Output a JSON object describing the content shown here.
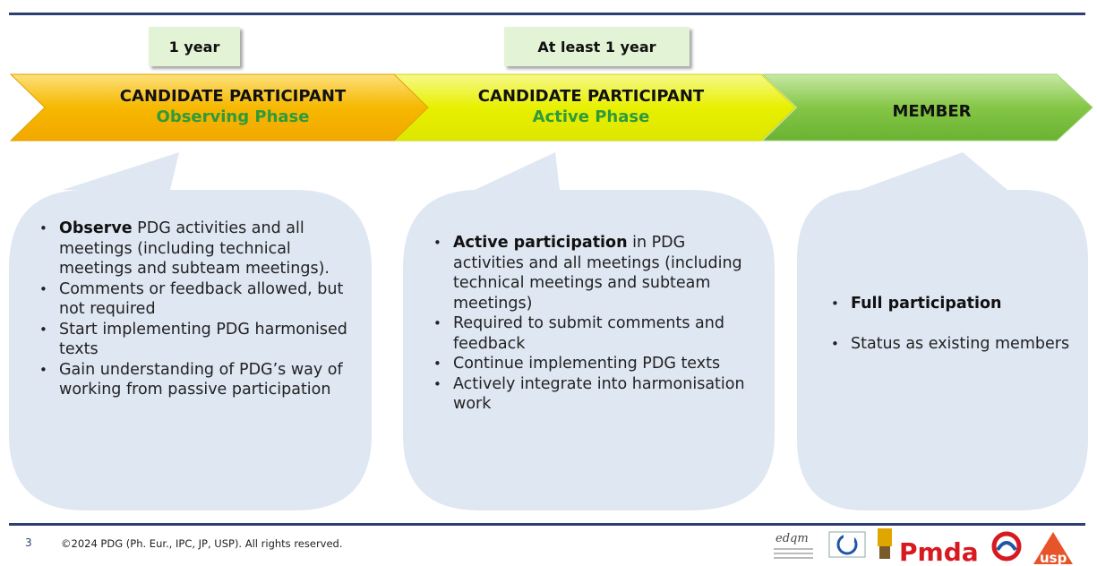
{
  "durations": [
    {
      "label": "1 year"
    },
    {
      "label": "At least 1 year"
    }
  ],
  "phases": [
    {
      "title": "CANDIDATE PARTICIPANT",
      "subtitle": "Observing Phase",
      "color": "#f5b800"
    },
    {
      "title": "CANDIDATE PARTICIPANT",
      "subtitle": "Active Phase",
      "color": "#e9f200"
    },
    {
      "title": "MEMBER",
      "color": "#7fc142"
    }
  ],
  "bubbles": [
    {
      "items": [
        {
          "bold": "Observe",
          "text": " PDG activities and all meetings (including technical meetings and subteam meetings)."
        },
        {
          "text": "Comments or feedback allowed, but  not required"
        },
        {
          "text": "Start implementing  PDG harmonised texts"
        },
        {
          "text": "Gain understanding  of  PDG’s way of working  from passive participation"
        }
      ]
    },
    {
      "items": [
        {
          "bold": "Active participation",
          "text": " in PDG activities and all meetings (including technical meetings and subteam meetings)"
        },
        {
          "text": "Required to submit comments and feedback"
        },
        {
          "text": "Continue implementing PDG texts"
        },
        {
          "text": "Actively integrate into harmonisation work"
        }
      ]
    },
    {
      "items": [
        {
          "bold": "Full participation",
          "text": ""
        },
        {
          "text": "Status as existing members"
        }
      ]
    }
  ],
  "footer": {
    "page": "3",
    "copyright": "©2024 PDG (Ph. Eur., IPC, JP, USP). All rights reserved.",
    "logos": [
      "edqm",
      "council-of-europe",
      "ipc",
      "pmda",
      "jp",
      "usp"
    ]
  },
  "colors": {
    "rule": "#2c3f73",
    "bubble": "#dfe7f3",
    "green_text": "#2f9a3c",
    "duration_box": "#e3f3d6"
  }
}
